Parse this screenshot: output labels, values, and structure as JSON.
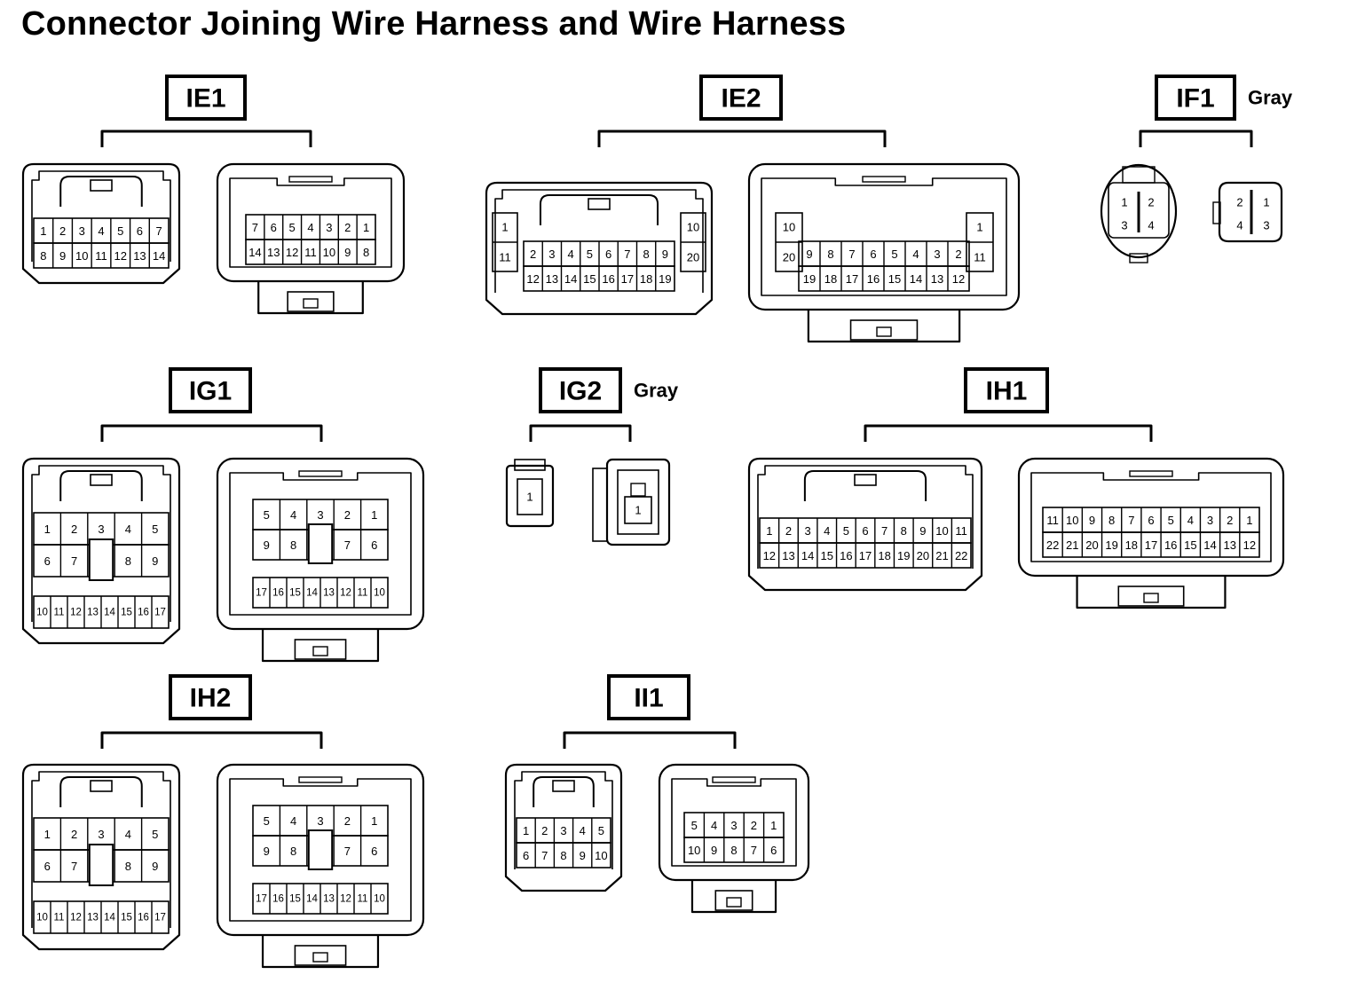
{
  "title": "Connector Joining Wire Harness and Wire Harness",
  "colors": {
    "ink": "#000000",
    "paper": "#ffffff"
  },
  "connectors": [
    {
      "id": "IE1",
      "label": "IE1",
      "note": "",
      "left": {
        "rows": [
          [
            "1",
            "2",
            "3",
            "4",
            "5",
            "6",
            "7"
          ],
          [
            "8",
            "9",
            "10",
            "11",
            "12",
            "13",
            "14"
          ]
        ]
      },
      "right": {
        "rows": [
          [
            "7",
            "6",
            "5",
            "4",
            "3",
            "2",
            "1"
          ],
          [
            "14",
            "13",
            "12",
            "11",
            "10",
            "9",
            "8"
          ]
        ]
      }
    },
    {
      "id": "IE2",
      "label": "IE2",
      "note": "",
      "left": {
        "side_left": [
          "1",
          "11"
        ],
        "side_right": [
          "10",
          "20"
        ],
        "rows": [
          [
            "2",
            "3",
            "4",
            "5",
            "6",
            "7",
            "8",
            "9"
          ],
          [
            "12",
            "13",
            "14",
            "15",
            "16",
            "17",
            "18",
            "19"
          ]
        ]
      },
      "right": {
        "side_left": [
          "10",
          "20"
        ],
        "side_right": [
          "1",
          "11"
        ],
        "rows": [
          [
            "9",
            "8",
            "7",
            "6",
            "5",
            "4",
            "3",
            "2"
          ],
          [
            "19",
            "18",
            "17",
            "16",
            "15",
            "14",
            "13",
            "12"
          ]
        ]
      }
    },
    {
      "id": "IF1",
      "label": "IF1",
      "note": "Gray",
      "left": {
        "rows": [
          [
            "1",
            "2"
          ],
          [
            "3",
            "4"
          ]
        ]
      },
      "right": {
        "rows": [
          [
            "2",
            "1"
          ],
          [
            "4",
            "3"
          ]
        ]
      }
    },
    {
      "id": "IG1",
      "label": "IG1",
      "note": "",
      "left": {
        "rows": [
          [
            "1",
            "2",
            "3",
            "4",
            "5"
          ],
          [
            "6",
            "7",
            "",
            "8",
            "9"
          ],
          [
            "10",
            "11",
            "12",
            "13",
            "14",
            "15",
            "16",
            "17"
          ]
        ]
      },
      "right": {
        "rows": [
          [
            "5",
            "4",
            "3",
            "2",
            "1"
          ],
          [
            "9",
            "8",
            "",
            "7",
            "6"
          ],
          [
            "17",
            "16",
            "15",
            "14",
            "13",
            "12",
            "11",
            "10"
          ]
        ]
      }
    },
    {
      "id": "IG2",
      "label": "IG2",
      "note": "Gray",
      "left": {
        "rows": [
          [
            "1"
          ]
        ]
      },
      "right": {
        "rows": [
          [
            "1"
          ]
        ]
      }
    },
    {
      "id": "IH1",
      "label": "IH1",
      "note": "",
      "left": {
        "rows": [
          [
            "1",
            "2",
            "3",
            "4",
            "5",
            "6",
            "7",
            "8",
            "9",
            "10",
            "11"
          ],
          [
            "12",
            "13",
            "14",
            "15",
            "16",
            "17",
            "18",
            "19",
            "20",
            "21",
            "22"
          ]
        ]
      },
      "right": {
        "rows": [
          [
            "11",
            "10",
            "9",
            "8",
            "7",
            "6",
            "5",
            "4",
            "3",
            "2",
            "1"
          ],
          [
            "22",
            "21",
            "20",
            "19",
            "18",
            "17",
            "16",
            "15",
            "14",
            "13",
            "12"
          ]
        ]
      }
    },
    {
      "id": "IH2",
      "label": "IH2",
      "note": "",
      "left": {
        "rows": [
          [
            "1",
            "2",
            "3",
            "4",
            "5"
          ],
          [
            "6",
            "7",
            "",
            "8",
            "9"
          ],
          [
            "10",
            "11",
            "12",
            "13",
            "14",
            "15",
            "16",
            "17"
          ]
        ]
      },
      "right": {
        "rows": [
          [
            "5",
            "4",
            "3",
            "2",
            "1"
          ],
          [
            "9",
            "8",
            "",
            "7",
            "6"
          ],
          [
            "17",
            "16",
            "15",
            "14",
            "13",
            "12",
            "11",
            "10"
          ]
        ]
      }
    },
    {
      "id": "II1",
      "label": "II1",
      "note": "",
      "left": {
        "rows": [
          [
            "1",
            "2",
            "3",
            "4",
            "5"
          ],
          [
            "6",
            "7",
            "8",
            "9",
            "10"
          ]
        ]
      },
      "right": {
        "rows": [
          [
            "5",
            "4",
            "3",
            "2",
            "1"
          ],
          [
            "10",
            "9",
            "8",
            "7",
            "6"
          ]
        ]
      }
    }
  ]
}
